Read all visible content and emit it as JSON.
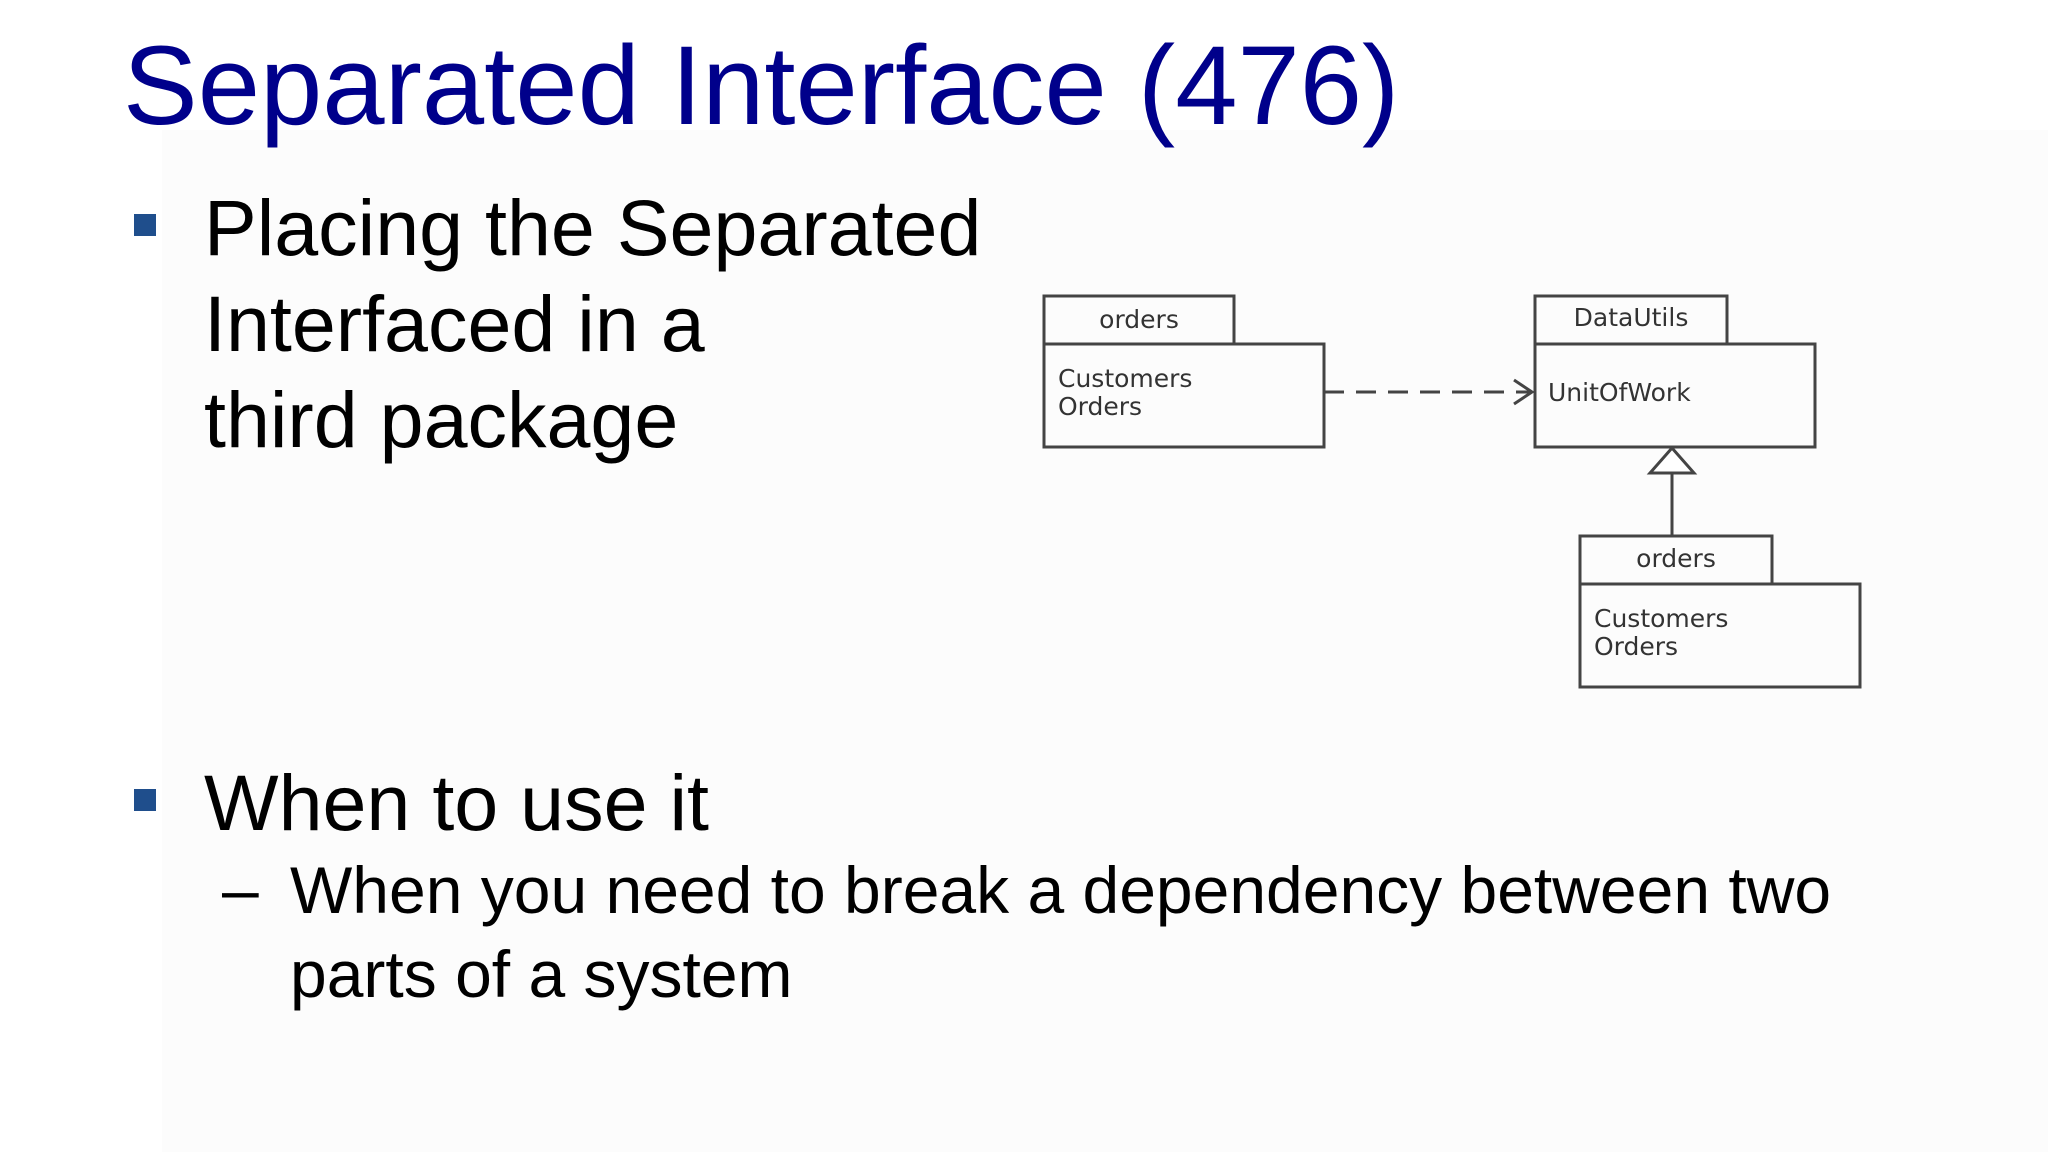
{
  "title": "Separated Interface (476)",
  "bullets": [
    {
      "lines": [
        "Placing the Separated",
        "Interfaced in a",
        "third package"
      ]
    },
    {
      "lines": [
        "When to use it"
      ],
      "sub_dash": "–",
      "sub_lines": [
        "When you need to break a dependency between two",
        "parts of a system"
      ]
    }
  ],
  "diagram": {
    "packages": [
      {
        "id": "orders-client",
        "name": "orders",
        "contents": [
          "Customers",
          "Orders"
        ]
      },
      {
        "id": "datautils",
        "name": "DataUtils",
        "contents": [
          "UnitOfWork"
        ]
      },
      {
        "id": "orders-impl",
        "name": "orders",
        "contents": [
          "Customers",
          "Orders"
        ]
      }
    ],
    "relations": [
      {
        "from": "orders-client",
        "to": "datautils",
        "kind": "dependency"
      },
      {
        "from": "orders-impl",
        "to": "datautils",
        "kind": "realization"
      }
    ]
  },
  "colors": {
    "title": "#00008b",
    "bullet": "#1f4e8c",
    "text": "#000000",
    "diagram_line": "#444444"
  }
}
